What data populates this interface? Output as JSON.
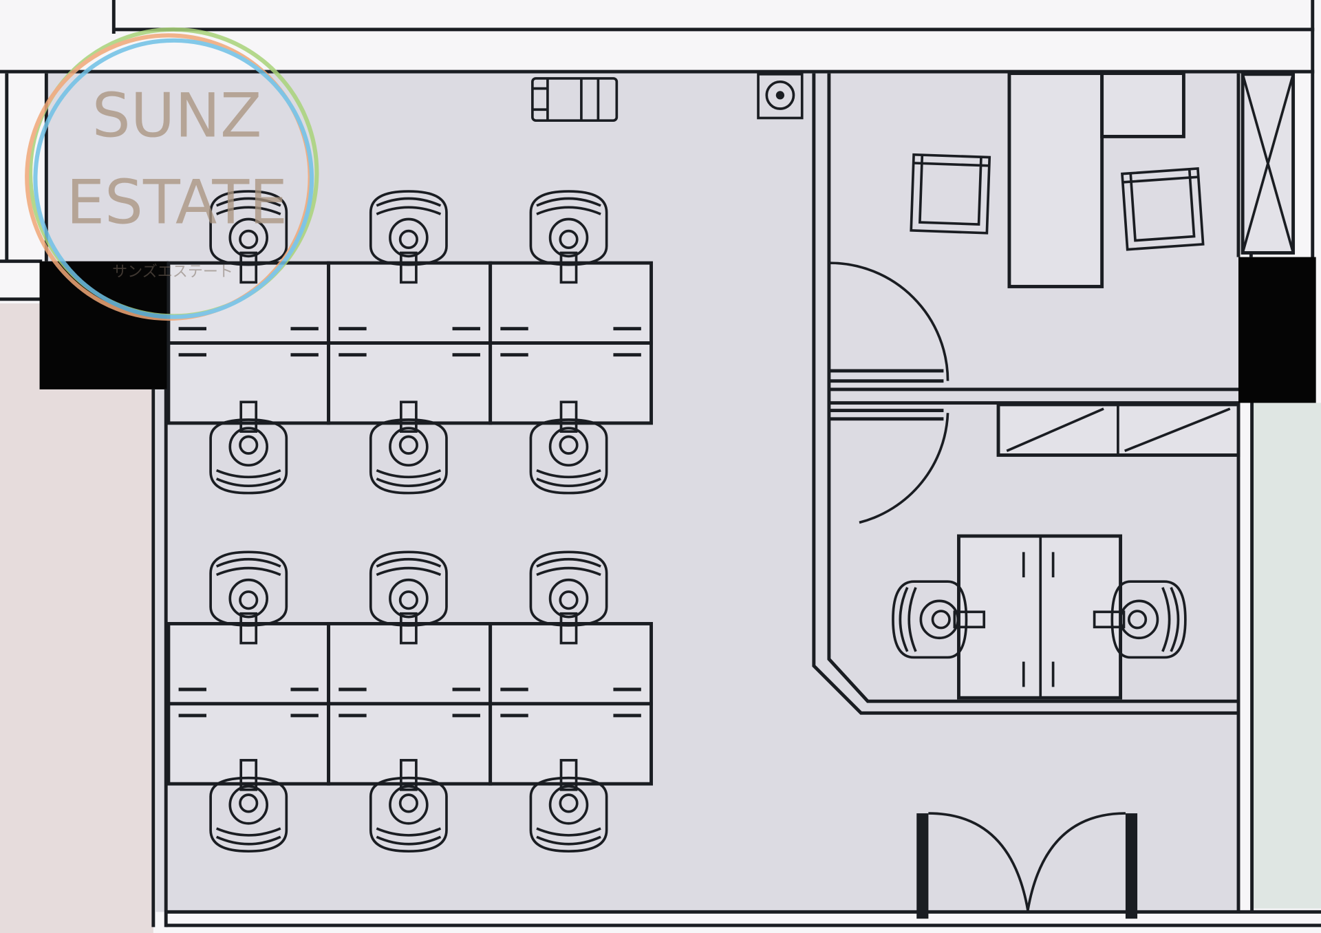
{
  "plan": {
    "title": "Office floor plan",
    "colors": {
      "floor": "#dcdbe2",
      "outside_left": "#e6dcdc",
      "outside_right": "#dfe6e3",
      "line": "#1a1d22",
      "pillar": "#050505"
    },
    "furniture": {
      "workstation_chairs": 12,
      "workstation_desks": 12,
      "meeting_chairs": 2,
      "office_chairs": 2
    }
  },
  "watermark": {
    "line1": "SUNZ",
    "line2": "ESTATE",
    "kana": "サンズエステート",
    "ring_colors": [
      "#a9d37a",
      "#f0a878",
      "#6fc1e6"
    ]
  }
}
